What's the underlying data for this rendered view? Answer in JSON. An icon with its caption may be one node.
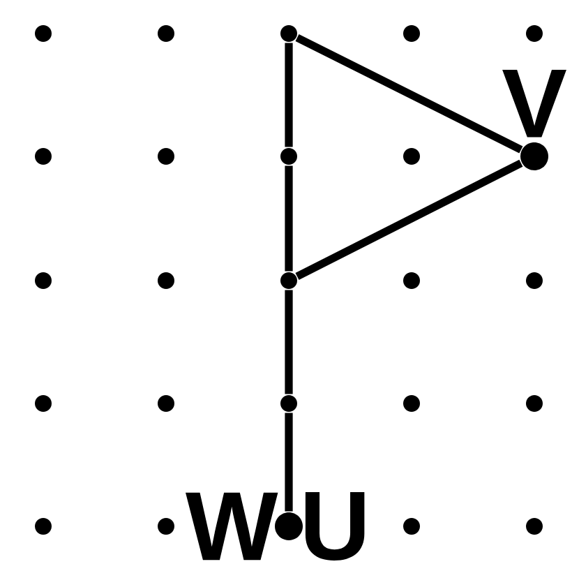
{
  "diagram": {
    "nodes": [
      {
        "text": [],
        "shape": "circle"
      },
      {
        "text": [],
        "shape": "circle"
      },
      {
        "text": [],
        "shape": "circle"
      },
      {
        "text": [],
        "shape": "circle"
      },
      {
        "text": [],
        "shape": "circle"
      },
      {
        "text": [],
        "shape": "circle"
      },
      {
        "text": [],
        "shape": "circle"
      },
      {
        "text": [],
        "shape": "circle"
      },
      {
        "text": [],
        "shape": "circle"
      },
      {
        "text": [],
        "shape": "circle",
        "beside": [
          "V"
        ]
      },
      {
        "text": [],
        "shape": "circle"
      },
      {
        "text": [],
        "shape": "circle"
      },
      {
        "text": [],
        "shape": "circle"
      },
      {
        "text": [],
        "shape": "circle"
      },
      {
        "text": [],
        "shape": "circle"
      },
      {
        "text": [],
        "shape": "circle"
      },
      {
        "text": [],
        "shape": "circle"
      },
      {
        "text": [],
        "shape": "circle"
      },
      {
        "text": [],
        "shape": "circle"
      },
      {
        "text": [],
        "shape": "circle"
      },
      {
        "text": [],
        "shape": "circle"
      },
      {
        "text": [],
        "shape": "circle"
      },
      {
        "text": [],
        "shape": "circle",
        "beside": [
          "W",
          "U"
        ]
      },
      {
        "text": [],
        "shape": "circle"
      },
      {
        "text": [],
        "shape": "circle"
      }
    ],
    "edges": [
      {
        "from": 2,
        "to": 7,
        "arrow": "none"
      },
      {
        "from": 7,
        "to": 12,
        "arrow": "none"
      },
      {
        "from": 12,
        "to": 17,
        "arrow": "none"
      },
      {
        "from": 17,
        "to": 22,
        "arrow": "none"
      },
      {
        "from": 2,
        "to": 9,
        "arrow": "none"
      },
      {
        "from": 9,
        "to": 12,
        "arrow": "none"
      }
    ]
  }
}
